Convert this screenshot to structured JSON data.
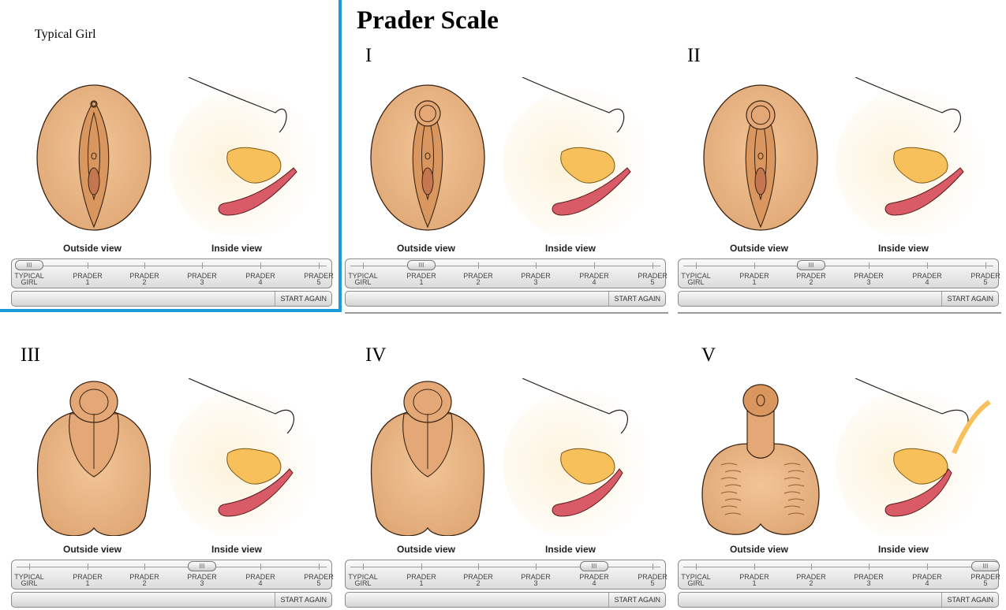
{
  "page": {
    "title": "Prader Scale"
  },
  "colors": {
    "highlight_frame": "#1a9ad6",
    "skin": "#e0a877",
    "skin_inside": "#fdf3dc",
    "bladder": "#f7c05a",
    "vagina": "#d95b67",
    "outline": "#3a2412"
  },
  "common": {
    "outside_view_label": "Outside view",
    "inside_view_label": "Inside view",
    "start_again_label": "START AGAIN",
    "slider_handle_label": "III",
    "stops": [
      {
        "line1": "TYPICAL",
        "line2": "GIRL"
      },
      {
        "line1": "PRADER",
        "line2": "1"
      },
      {
        "line1": "PRADER",
        "line2": "2"
      },
      {
        "line1": "PRADER",
        "line2": "3"
      },
      {
        "line1": "PRADER",
        "line2": "4"
      },
      {
        "line1": "PRADER",
        "line2": "5"
      }
    ]
  },
  "panels": [
    {
      "label": "Typical Girl",
      "stage_index": 0,
      "highlighted": true
    },
    {
      "label": "I",
      "stage_index": 1,
      "highlighted": false
    },
    {
      "label": "II",
      "stage_index": 2,
      "highlighted": false
    },
    {
      "label": "III",
      "stage_index": 3,
      "highlighted": false
    },
    {
      "label": "IV",
      "stage_index": 4,
      "highlighted": false
    },
    {
      "label": "V",
      "stage_index": 5,
      "highlighted": false
    }
  ]
}
